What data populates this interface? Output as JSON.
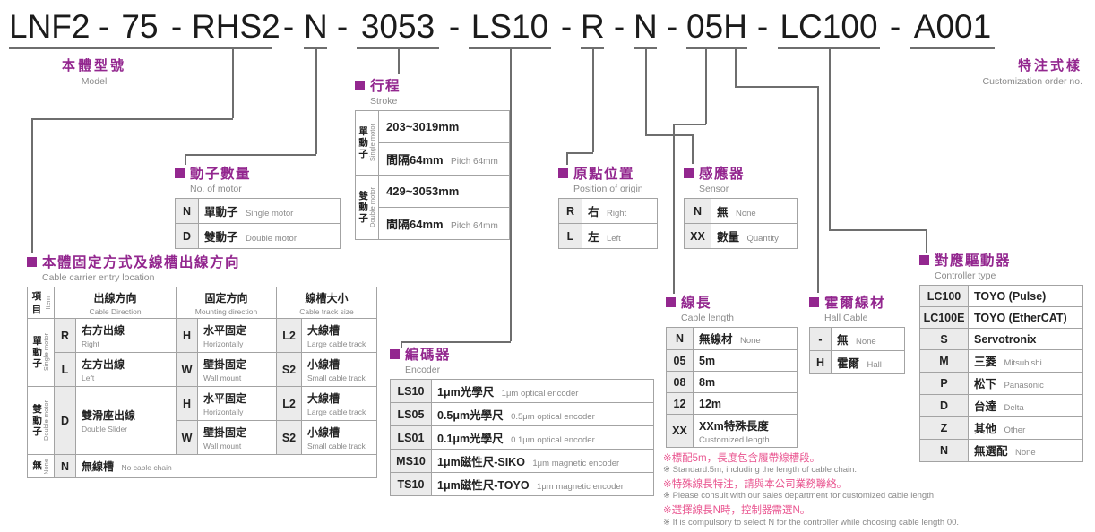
{
  "colors": {
    "accent": "#93278f",
    "note_pink": "#e9548f"
  },
  "model_code": {
    "parts": [
      "LNF2",
      "75",
      "RHS2",
      "N",
      "3053",
      "LS10",
      "R",
      "N",
      "05H",
      "LC100",
      "A001"
    ],
    "separator": "-"
  },
  "top_labels": {
    "model_zh": "本體型號",
    "model_en": "Model",
    "custom_zh": "特注式樣",
    "custom_en": "Customization order no."
  },
  "stroke": {
    "title_zh": "行程",
    "title_en": "Stroke",
    "groups": [
      {
        "zh": "單動子",
        "en": "Single motor"
      },
      {
        "zh": "雙動子",
        "en": "Double motor"
      }
    ],
    "rows": [
      {
        "main": "203~3019mm",
        "sub": ""
      },
      {
        "main": "間隔64mm",
        "sub": "Pitch 64mm"
      },
      {
        "main": "429~3053mm",
        "sub": ""
      },
      {
        "main": "間隔64mm",
        "sub": "Pitch 64mm"
      }
    ]
  },
  "motor_count": {
    "title_zh": "動子數量",
    "title_en": "No. of motor",
    "rows": [
      {
        "code": "N",
        "zh": "單動子",
        "en": "Single motor"
      },
      {
        "code": "D",
        "zh": "雙動子",
        "en": "Double motor"
      }
    ]
  },
  "origin": {
    "title_zh": "原點位置",
    "title_en": "Position of origin",
    "rows": [
      {
        "code": "R",
        "zh": "右",
        "en": "Right"
      },
      {
        "code": "L",
        "zh": "左",
        "en": "Left"
      }
    ]
  },
  "sensor": {
    "title_zh": "感應器",
    "title_en": "Sensor",
    "rows": [
      {
        "code": "N",
        "zh": "無",
        "en": "None"
      },
      {
        "code": "XX",
        "zh": "數量",
        "en": "Quantity"
      }
    ]
  },
  "mounting": {
    "title_zh": "本體固定方式及線槽出線方向",
    "title_en": "Cable carrier entry location",
    "headers": {
      "item_zh": "項目",
      "item_en": "Item",
      "out_zh": "出線方向",
      "out_en": "Cable Direction",
      "fix_zh": "固定方向",
      "fix_en": "Mounting direction",
      "size_zh": "線槽大小",
      "size_en": "Cable track size"
    },
    "groups": [
      {
        "zh": "單動子",
        "en": "Single motor"
      },
      {
        "zh": "雙動子",
        "en": "Double motor"
      },
      {
        "zh": "無",
        "en": "None"
      }
    ],
    "cells": {
      "r": {
        "code": "R",
        "zh": "右方出線",
        "en": "Right"
      },
      "l": {
        "code": "L",
        "zh": "左方出線",
        "en": "Left"
      },
      "d": {
        "code": "D",
        "zh": "雙滑座出線",
        "en": "Double Slider"
      },
      "h": {
        "code": "H",
        "zh": "水平固定",
        "en": "Horizontally"
      },
      "w": {
        "code": "W",
        "zh": "壁掛固定",
        "en": "Wall mount"
      },
      "l2": {
        "code": "L2",
        "zh": "大線槽",
        "en": "Large cable track"
      },
      "s2": {
        "code": "S2",
        "zh": "小線槽",
        "en": "Small cable track"
      },
      "n": {
        "code": "N",
        "zh": "無線槽",
        "en": "No cable chain"
      }
    }
  },
  "encoder": {
    "title_zh": "編碼器",
    "title_en": "Encoder",
    "rows": [
      {
        "code": "LS10",
        "zh": "1μm光學尺",
        "en": "1μm optical encoder"
      },
      {
        "code": "LS05",
        "zh": "0.5μm光學尺",
        "en": "0.5μm optical encoder"
      },
      {
        "code": "LS01",
        "zh": "0.1μm光學尺",
        "en": "0.1μm optical encoder"
      },
      {
        "code": "MS10",
        "zh": "1μm磁性尺-SIKO",
        "en": "1μm magnetic encoder"
      },
      {
        "code": "TS10",
        "zh": "1μm磁性尺-TOYO",
        "en": "1μm magnetic encoder"
      }
    ]
  },
  "cable_length": {
    "title_zh": "線長",
    "title_en": "Cable length",
    "rows": [
      {
        "code": "N",
        "zh": "無線材",
        "en": "None"
      },
      {
        "code": "05",
        "zh": "5m",
        "en": ""
      },
      {
        "code": "08",
        "zh": "8m",
        "en": ""
      },
      {
        "code": "12",
        "zh": "12m",
        "en": ""
      },
      {
        "code": "XX",
        "zh": "XXm特殊長度",
        "en": "Customized length"
      }
    ]
  },
  "hall": {
    "title_zh": "霍爾線材",
    "title_en": "Hall Cable",
    "rows": [
      {
        "code": "-",
        "zh": "無",
        "en": "None"
      },
      {
        "code": "H",
        "zh": "霍爾",
        "en": "Hall"
      }
    ]
  },
  "controller": {
    "title_zh": "對應驅動器",
    "title_en": "Controller type",
    "rows": [
      {
        "code": "LC100",
        "zh": "TOYO (Pulse)",
        "en": ""
      },
      {
        "code": "LC100E",
        "zh": "TOYO (EtherCAT)",
        "en": ""
      },
      {
        "code": "S",
        "zh": "Servotronix",
        "en": ""
      },
      {
        "code": "M",
        "zh": "三菱",
        "en": "Mitsubishi"
      },
      {
        "code": "P",
        "zh": "松下",
        "en": "Panasonic"
      },
      {
        "code": "D",
        "zh": "台達",
        "en": "Delta"
      },
      {
        "code": "Z",
        "zh": "其他",
        "en": "Other"
      },
      {
        "code": "N",
        "zh": "無選配",
        "en": "None"
      }
    ]
  },
  "notes": [
    {
      "zh": "※標配5m，長度包含履帶線槽段。",
      "en": "※ Standard:5m, including the length of cable chain."
    },
    {
      "zh": "※特殊線長特注，請與本公司業務聯絡。",
      "en": "※ Please consult with our sales department for customized cable length."
    },
    {
      "zh": "※選擇線長N時，控制器需選N。",
      "en": "※ It is compulsory to select N for the controller while choosing cable length 00."
    }
  ]
}
